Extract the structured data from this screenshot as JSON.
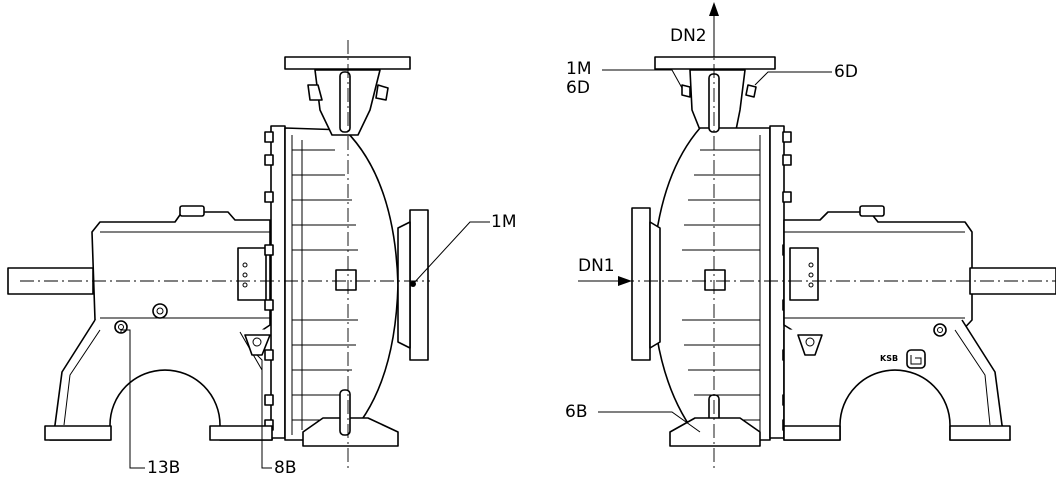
{
  "labels": {
    "left_1m": "1M",
    "left_13b": "13B",
    "left_8b": "8B",
    "right_dn2": "DN2",
    "right_1m": "1M",
    "right_6d_a": "6D",
    "right_6d_b": "6D",
    "right_dn1": "DN1",
    "right_6b": "6B"
  },
  "logo_text": "KSB"
}
